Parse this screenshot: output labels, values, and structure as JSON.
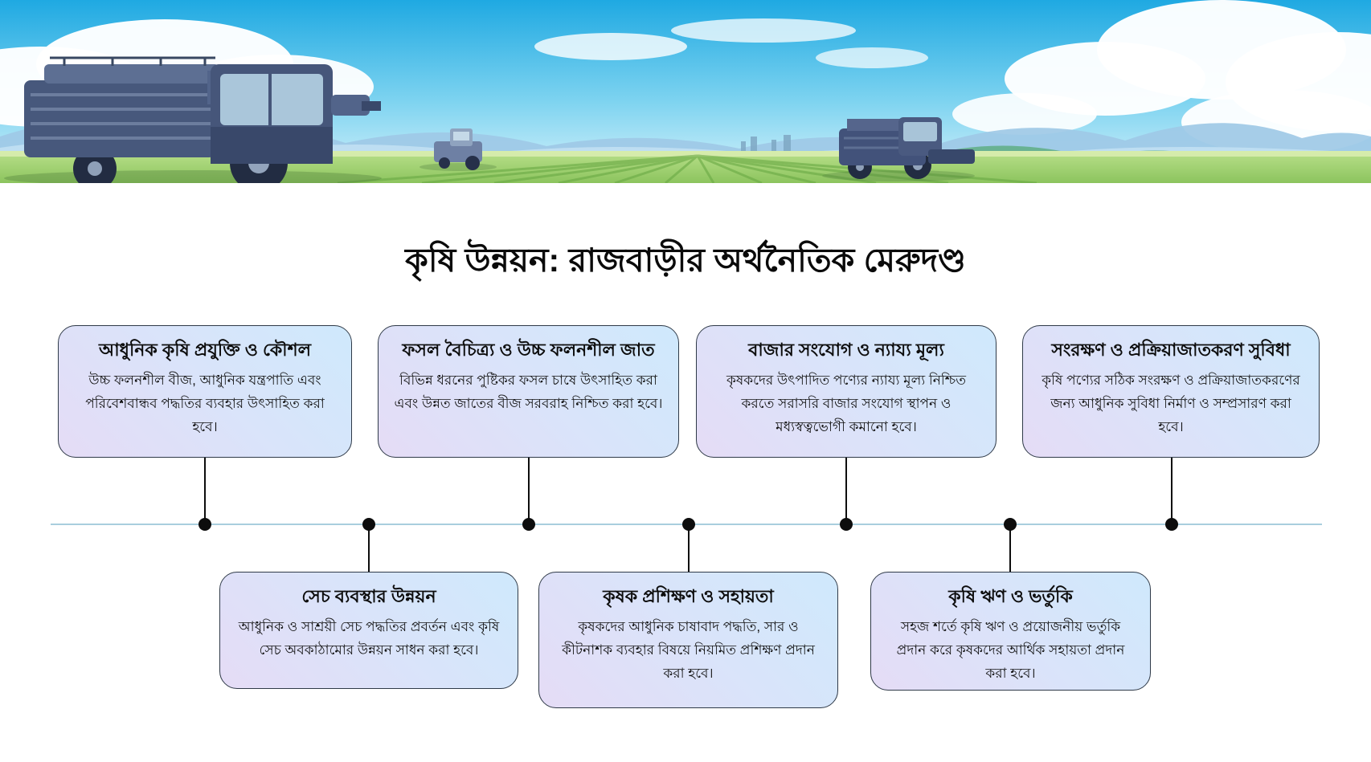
{
  "page": {
    "title": "কৃষি উন্নয়ন: রাজবাড়ীর অর্থনৈতিক মেরুদণ্ড"
  },
  "banner": {
    "scene": "harvesters-working-in-green-field-illustration",
    "colors": {
      "sky_top": "#1fa9e2",
      "sky_bottom": "#d9f3fb",
      "cloud": "#ffffff",
      "mountains": "#9ec9e6",
      "field": "#8cc45e",
      "harvester_body": "#47587c"
    }
  },
  "timeline": {
    "line_color": "#a9cede",
    "dot_color": "#0d0d0d",
    "card_border_color": "#2f3a48",
    "card_gradient_start": "#cfe9fc",
    "card_gradient_end": "#e5dcf6",
    "items": [
      {
        "position": "top",
        "title": "আধুনিক কৃষি প্রযুক্তি ও কৌশল",
        "description": "উচ্চ ফলনশীল বীজ, আধুনিক যন্ত্রপাতি এবং পরিবেশবান্ধব পদ্ধতির ব্যবহার উৎসাহিত করা হবে।"
      },
      {
        "position": "bottom",
        "title": "সেচ ব্যবস্থার উন্নয়ন",
        "description": "আধুনিক ও সাশ্রয়ী সেচ পদ্ধতির প্রবর্তন এবং কৃষি সেচ অবকাঠামোর উন্নয়ন সাধন করা হবে।"
      },
      {
        "position": "top",
        "title": "ফসল বৈচিত্র্য ও উচ্চ ফলনশীল জাত",
        "description": "বিভিন্ন ধরনের পুষ্টিকর ফসল চাষে উৎসাহিত করা এবং উন্নত জাতের বীজ সরবরাহ নিশ্চিত করা হবে।"
      },
      {
        "position": "bottom",
        "title": "কৃষক প্রশিক্ষণ ও সহায়তা",
        "description": "কৃষকদের আধুনিক চাষাবাদ পদ্ধতি, সার ও কীটনাশক ব্যবহার বিষয়ে নিয়মিত প্রশিক্ষণ প্রদান করা হবে।"
      },
      {
        "position": "top",
        "title": "বাজার সংযোগ ও ন্যায্য মূল্য",
        "description": "কৃষকদের উৎপাদিত পণ্যের ন্যায্য মূল্য নিশ্চিত করতে সরাসরি বাজার সংযোগ স্থাপন ও মধ্যস্বত্বভোগী কমানো হবে।"
      },
      {
        "position": "bottom",
        "title": "কৃষি ঋণ ও ভর্তুকি",
        "description": "সহজ শর্তে কৃষি ঋণ ও প্রয়োজনীয় ভর্তুকি প্রদান করে কৃষকদের আর্থিক সহায়তা প্রদান করা হবে।"
      },
      {
        "position": "top",
        "title": "সংরক্ষণ ও প্রক্রিয়াজাতকরণ সুবিধা",
        "description": "কৃষি পণ্যের সঠিক সংরক্ষণ ও প্রক্রিয়াজাতকরণের জন্য আধুনিক সুবিধা নির্মাণ ও সম্প্রসারণ করা হবে।"
      }
    ]
  }
}
